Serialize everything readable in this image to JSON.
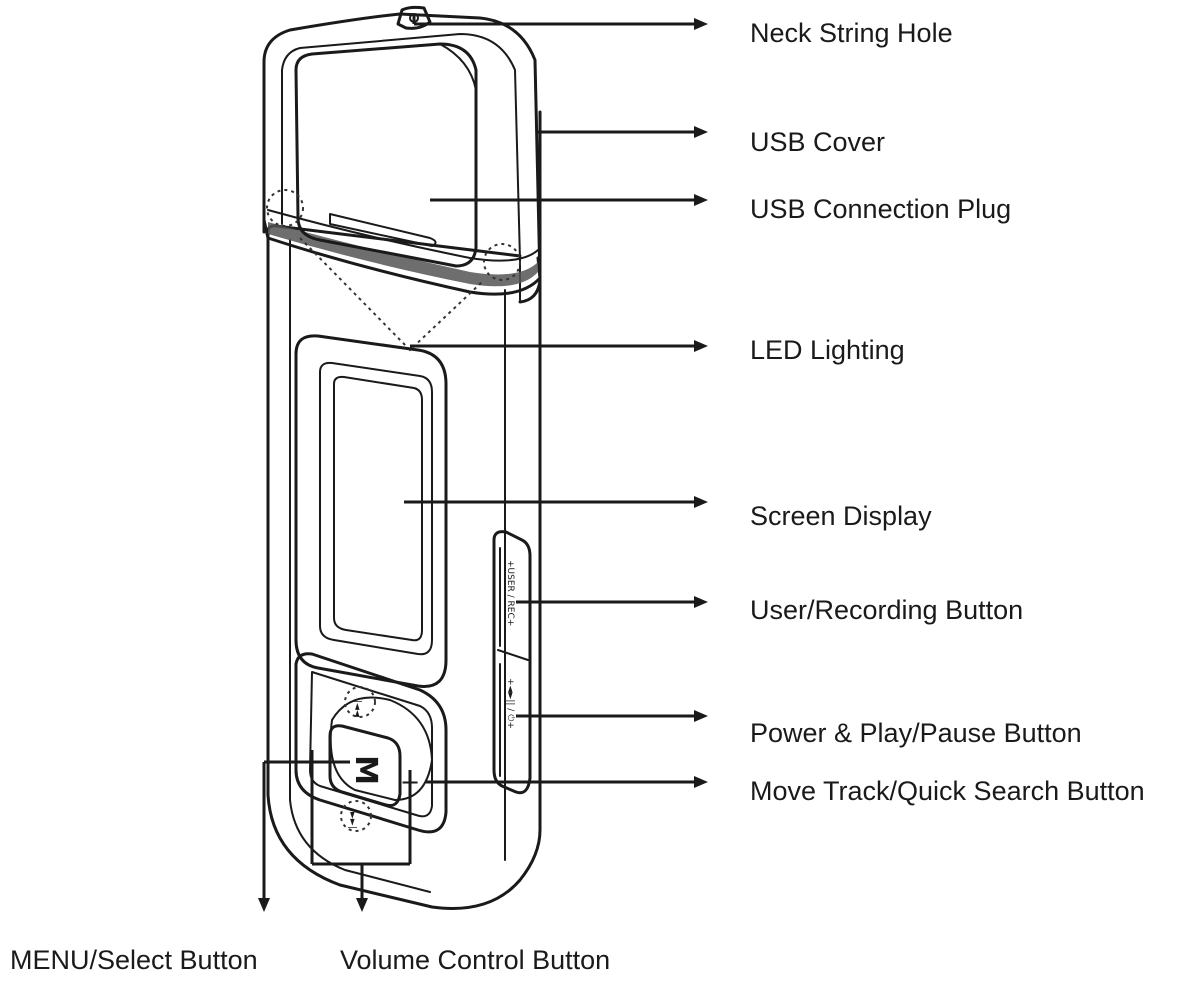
{
  "labels": {
    "neck_string_hole": "Neck String Hole",
    "usb_cover": "USB Cover",
    "usb_connection_plug": "USB Connection Plug",
    "led_lighting": "LED Lighting",
    "screen_display": "Screen Display",
    "user_recording_button": "User/Recording Button",
    "power_play_pause_button": "Power & Play/Pause Button",
    "move_track_quick_search_button": "Move Track/Quick Search Button",
    "menu_select_button": "MENU/Select Button",
    "volume_control_button": "Volume Control Button"
  },
  "device_markings": {
    "menu_key_letter": "M",
    "user_rec_side_text": "+USER / REC+",
    "power_play_side_text": "+◄►|| / ⏻+",
    "plus_mark": "+"
  }
}
